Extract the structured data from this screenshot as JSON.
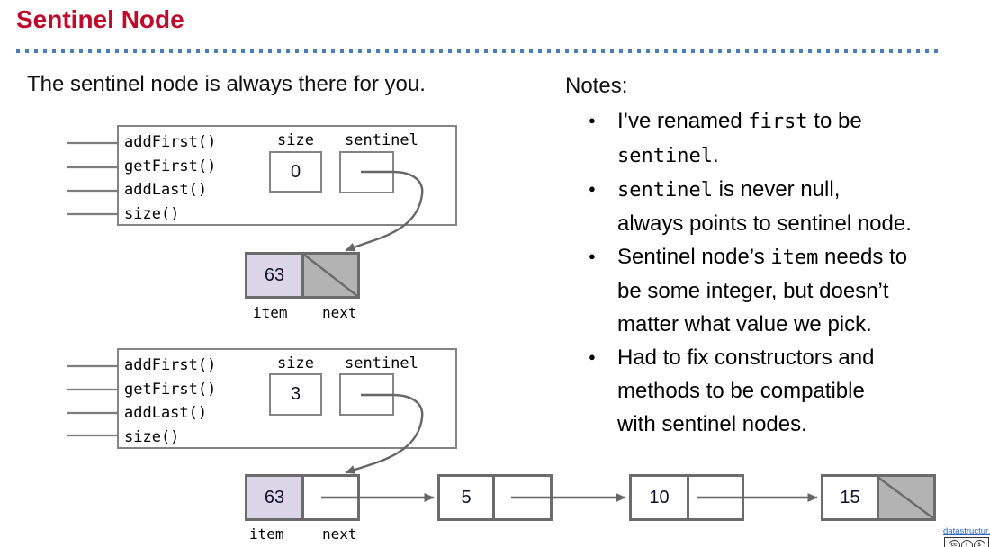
{
  "slide": {
    "title": "Sentinel Node",
    "subtitle": "The sentinel node is always there for you.",
    "colors": {
      "title_red": "#c00a2c",
      "divider_dot_blue": "#4a7ebb",
      "item_cell_lavender": "#dcd6e8",
      "null_cell_gray": "#b3b3b3",
      "box_border_gray": "#848484",
      "node_border_gray": "#6b6b6b",
      "arrow_gray": "#666666",
      "link_blue": "#2b66c4"
    }
  },
  "api": {
    "methods": [
      "addFirst()",
      "getFirst()",
      "addLast()",
      "size()"
    ],
    "size_label": "size",
    "sentinel_label": "sentinel"
  },
  "top_diagram": {
    "size_value": "0",
    "node": {
      "item_value": "63",
      "next_value": "null"
    },
    "cell_labels": {
      "item": "item",
      "next": "next"
    }
  },
  "bottom_diagram": {
    "size_value": "3",
    "cell_labels": {
      "item": "item",
      "next": "next"
    },
    "nodes": [
      {
        "item_value": "63"
      },
      {
        "item_value": "5"
      },
      {
        "item_value": "10"
      },
      {
        "item_value": "15"
      }
    ]
  },
  "notes": {
    "heading": "Notes:",
    "bullets": [
      {
        "lines": [
          [
            {
              "t": "I’ve renamed "
            },
            {
              "t": "first",
              "code": true
            },
            {
              "t": " to be"
            }
          ],
          [
            {
              "t": "sentinel",
              "code": true
            },
            {
              "t": "."
            }
          ]
        ]
      },
      {
        "lines": [
          [
            {
              "t": "sentinel",
              "code": true
            },
            {
              "t": " is never null,"
            }
          ],
          [
            {
              "t": "always points to sentinel node."
            }
          ]
        ]
      },
      {
        "lines": [
          [
            {
              "t": "Sentinel node’s "
            },
            {
              "t": "item",
              "code": true
            },
            {
              "t": " needs to"
            }
          ],
          [
            {
              "t": "be some integer, but doesn’t"
            }
          ],
          [
            {
              "t": "matter what value we pick."
            }
          ]
        ]
      },
      {
        "lines": [
          [
            {
              "t": "Had to fix constructors and"
            }
          ],
          [
            {
              "t": "methods to be compatible"
            }
          ],
          [
            {
              "t": "with sentinel nodes."
            }
          ]
        ]
      }
    ]
  },
  "footer": {
    "link_text": "datastructur.",
    "license": "CC license badge"
  }
}
